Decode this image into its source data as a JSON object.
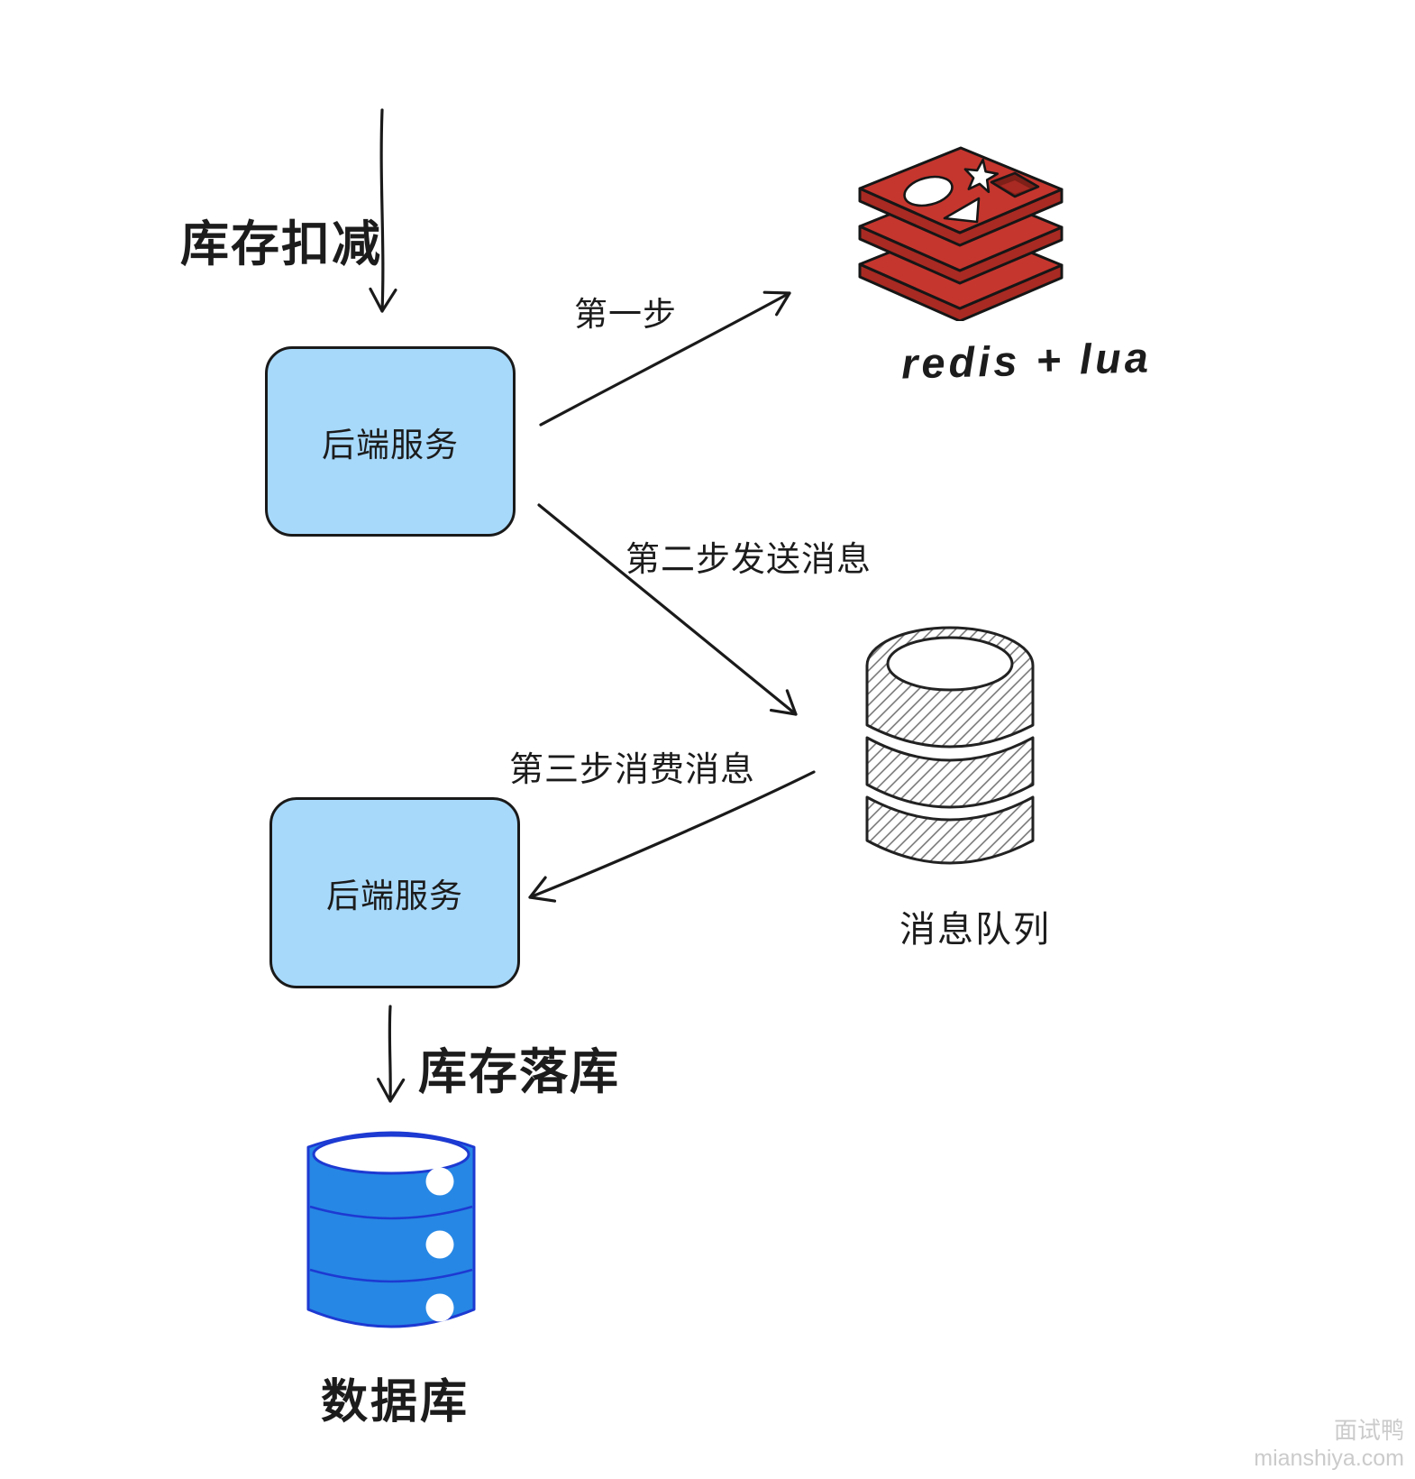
{
  "labels": {
    "inventory_deduction": "库存扣减",
    "backend_service_top": "后端服务",
    "backend_service_bottom": "后端服务",
    "step1": "第一步",
    "step2": "第二步发送消息",
    "step3": "第三步消费消息",
    "redis_lua": "redis + lua",
    "message_queue": "消息队列",
    "inventory_persist": "库存落库",
    "database": "数据库"
  },
  "watermark": {
    "brand": "面试鸭",
    "site": "mianshiya.com"
  },
  "colors": {
    "service_box_fill": "#a7d9fb",
    "outline_dark": "#1a1a1a",
    "redis_red": "#c5362e",
    "redis_red_dark": "#a82a22",
    "redis_hole": "#7e1f18",
    "db_blue": "#2787e4",
    "db_outline": "#1d3ad2",
    "watermark_gray": "#cbcbcb"
  }
}
